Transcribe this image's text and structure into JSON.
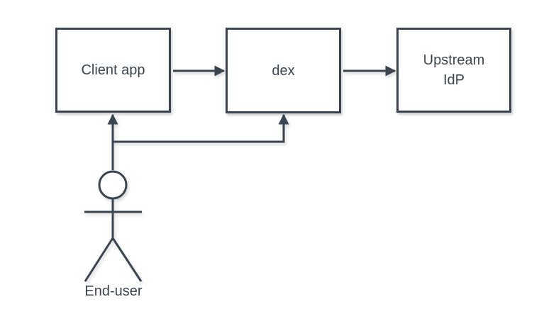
{
  "colors": {
    "background": "#ffffff",
    "node-fill": "#ffffff",
    "stroke": "#3a4551",
    "text": "#3a4551"
  },
  "nodes": {
    "client_app": {
      "label": "Client app"
    },
    "dex": {
      "label": "dex"
    },
    "upstream_idp": {
      "label": "Upstream IdP",
      "line1": "Upstream",
      "line2": "IdP"
    },
    "end_user": {
      "label": "End-user"
    }
  },
  "edges": [
    {
      "from": "Client app",
      "to": "dex"
    },
    {
      "from": "dex",
      "to": "Upstream IdP"
    },
    {
      "from": "End-user",
      "to": "Client app"
    },
    {
      "from": "End-user",
      "to": "dex"
    }
  ]
}
